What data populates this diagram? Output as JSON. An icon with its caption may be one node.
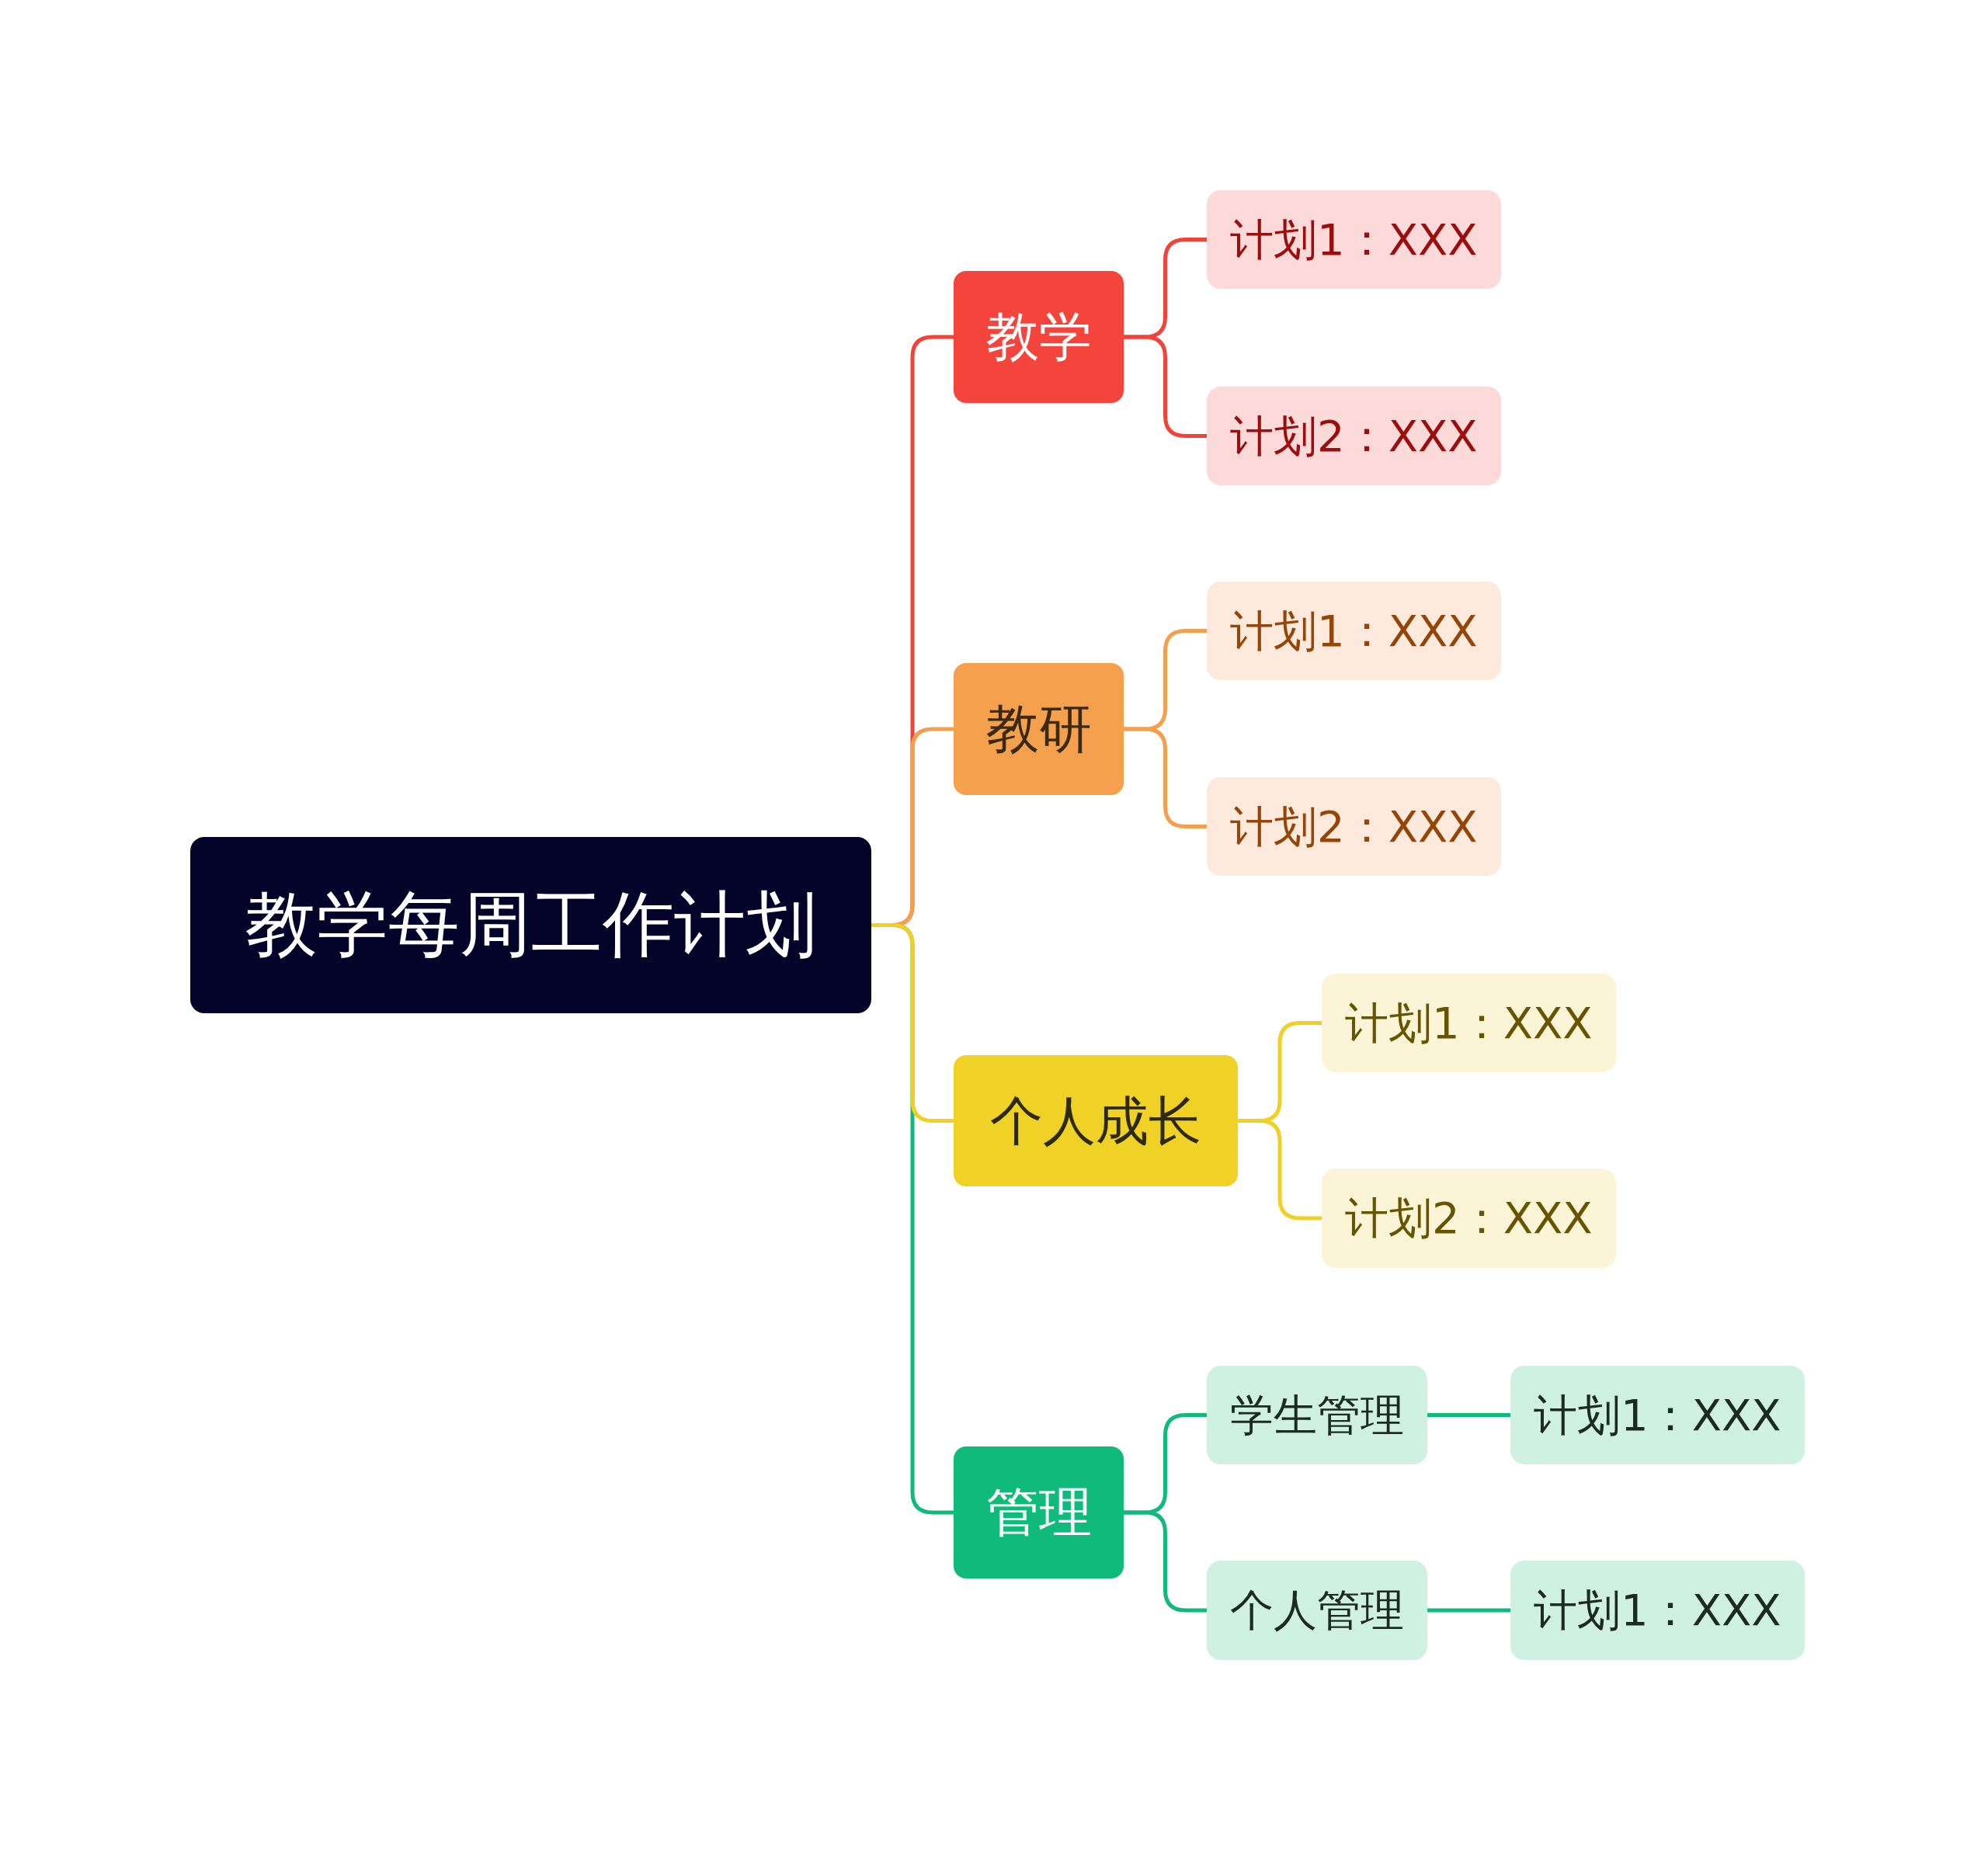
{
  "diagram": {
    "nodes": [
      {
        "text": [
          "教学每周工作计划"
        ]
      },
      {
        "text": [
          "教学"
        ]
      },
      {
        "text": [
          "计划1：XXX"
        ]
      },
      {
        "text": [
          "计划2：XXX"
        ]
      },
      {
        "text": [
          "教研"
        ]
      },
      {
        "text": [
          "计划1：XXX"
        ]
      },
      {
        "text": [
          "计划2：XXX"
        ]
      },
      {
        "text": [
          "个人成长"
        ]
      },
      {
        "text": [
          "计划1：XXX"
        ]
      },
      {
        "text": [
          "计划2：XXX"
        ]
      },
      {
        "text": [
          "管理"
        ]
      },
      {
        "text": [
          "学生管理"
        ]
      },
      {
        "text": [
          "计划1：XXX"
        ]
      },
      {
        "text": [
          "个人管理"
        ]
      },
      {
        "text": [
          "计划1：XXX"
        ]
      }
    ],
    "edges": [
      {
        "from": 0,
        "to": 1,
        "arrow": "none",
        "color": "#f0443a"
      },
      {
        "from": 1,
        "to": 2,
        "arrow": "none",
        "color": "#f0443a"
      },
      {
        "from": 1,
        "to": 3,
        "arrow": "none",
        "color": "#f0443a"
      },
      {
        "from": 0,
        "to": 4,
        "arrow": "none",
        "color": "#f3a04e"
      },
      {
        "from": 4,
        "to": 5,
        "arrow": "none",
        "color": "#f3a04e"
      },
      {
        "from": 4,
        "to": 6,
        "arrow": "none",
        "color": "#f3a04e"
      },
      {
        "from": 0,
        "to": 7,
        "arrow": "none",
        "color": "#f0d024"
      },
      {
        "from": 7,
        "to": 8,
        "arrow": "none",
        "color": "#f0d024"
      },
      {
        "from": 7,
        "to": 9,
        "arrow": "none",
        "color": "#f0d024"
      },
      {
        "from": 0,
        "to": 10,
        "arrow": "none",
        "color": "#12b97c"
      },
      {
        "from": 10,
        "to": 11,
        "arrow": "none",
        "color": "#12b97c"
      },
      {
        "from": 10,
        "to": 13,
        "arrow": "none",
        "color": "#12b97c"
      },
      {
        "from": 11,
        "to": 12,
        "arrow": "none",
        "color": "#12b97c"
      },
      {
        "from": 13,
        "to": 14,
        "arrow": "none",
        "color": "#12b97c"
      }
    ]
  }
}
